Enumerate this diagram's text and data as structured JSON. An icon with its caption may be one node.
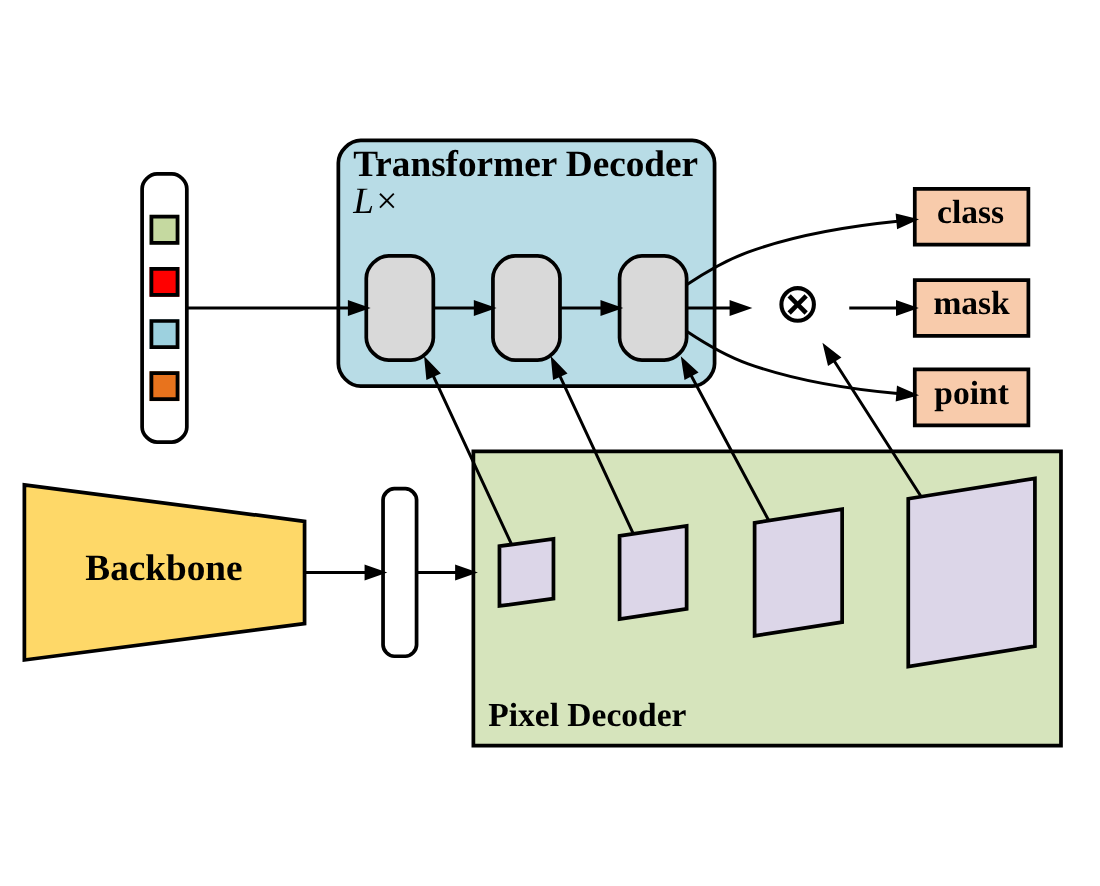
{
  "diagram": {
    "nodes": [
      {
        "text": [],
        "shape": "bar"
      },
      {
        "text": [
          "Transformer Decoder",
          "L×"
        ]
      },
      {
        "text": [],
        "shape": "box",
        "in": 1
      },
      {
        "text": [],
        "shape": "box",
        "in": 1
      },
      {
        "text": [],
        "shape": "box",
        "in": 1
      },
      {
        "text": [
          "class"
        ]
      },
      {
        "text": [
          "⊗"
        ]
      },
      {
        "text": [
          "mask"
        ]
      },
      {
        "text": [
          "point"
        ]
      },
      {
        "text": [
          "Backbone"
        ]
      },
      {
        "text": [],
        "shape": "bar"
      },
      {
        "text": [
          "Pixel Decoder"
        ]
      },
      {
        "text": [],
        "shape": "box",
        "in": 11
      },
      {
        "text": [],
        "shape": "box",
        "in": 11
      },
      {
        "text": [],
        "shape": "box",
        "in": 11
      },
      {
        "text": [],
        "shape": "box",
        "in": 11
      }
    ],
    "edges": [
      {
        "from": 0,
        "to": 2,
        "arrow": "to"
      },
      {
        "from": 2,
        "to": 3,
        "arrow": "to"
      },
      {
        "from": 3,
        "to": 4,
        "arrow": "to"
      },
      {
        "from": 4,
        "to": 5,
        "arrow": "to"
      },
      {
        "from": 4,
        "to": 6,
        "arrow": "to"
      },
      {
        "from": 4,
        "to": 8,
        "arrow": "to"
      },
      {
        "from": 6,
        "to": 7,
        "arrow": "to"
      },
      {
        "from": 12,
        "to": 2,
        "arrow": "to"
      },
      {
        "from": 13,
        "to": 3,
        "arrow": "to"
      },
      {
        "from": 14,
        "to": 4,
        "arrow": "to"
      },
      {
        "from": 15,
        "to": 6,
        "arrow": "to"
      },
      {
        "from": 9,
        "to": 10,
        "arrow": "to"
      },
      {
        "from": 10,
        "to": 11,
        "arrow": "to"
      }
    ]
  }
}
